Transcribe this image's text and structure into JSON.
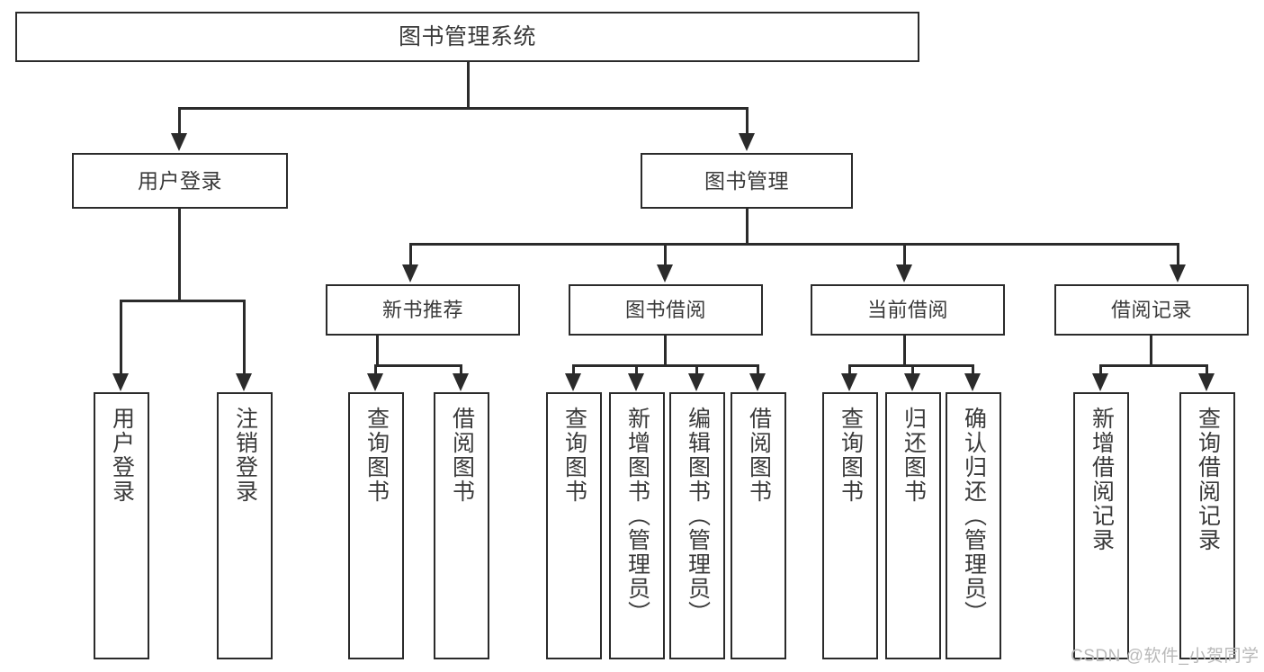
{
  "diagram": {
    "title": "图书管理系统",
    "type": "功能结构图",
    "root": {
      "label": "图书管理系统"
    },
    "level2": [
      {
        "label": "用户登录"
      },
      {
        "label": "图书管理"
      }
    ],
    "level3": [
      {
        "label": "新书推荐"
      },
      {
        "label": "图书借阅"
      },
      {
        "label": "当前借阅"
      },
      {
        "label": "借阅记录"
      }
    ],
    "leaves": [
      {
        "label": "用户登录",
        "parent": "用户登录"
      },
      {
        "label": "注销登录",
        "parent": "用户登录"
      },
      {
        "label": "查询图书",
        "parent": "新书推荐"
      },
      {
        "label": "借阅图书",
        "parent": "新书推荐"
      },
      {
        "label": "查询图书",
        "parent": "图书借阅"
      },
      {
        "label": "新增图书（管理员）",
        "parent": "图书借阅"
      },
      {
        "label": "编辑图书（管理员）",
        "parent": "图书借阅"
      },
      {
        "label": "借阅图书",
        "parent": "图书借阅"
      },
      {
        "label": "查询图书",
        "parent": "当前借阅"
      },
      {
        "label": "归还图书",
        "parent": "当前借阅"
      },
      {
        "label": "确认归还（管理员）",
        "parent": "当前借阅"
      },
      {
        "label": "新增借阅记录",
        "parent": "借阅记录"
      },
      {
        "label": "查询借阅记录",
        "parent": "借阅记录"
      }
    ],
    "watermark": "CSDN @软件_小贺同学",
    "colors": {
      "stroke": "#2b2b2b",
      "text": "#3a3a3a",
      "background": "#ffffff",
      "watermark": "#b9b9b9"
    }
  }
}
